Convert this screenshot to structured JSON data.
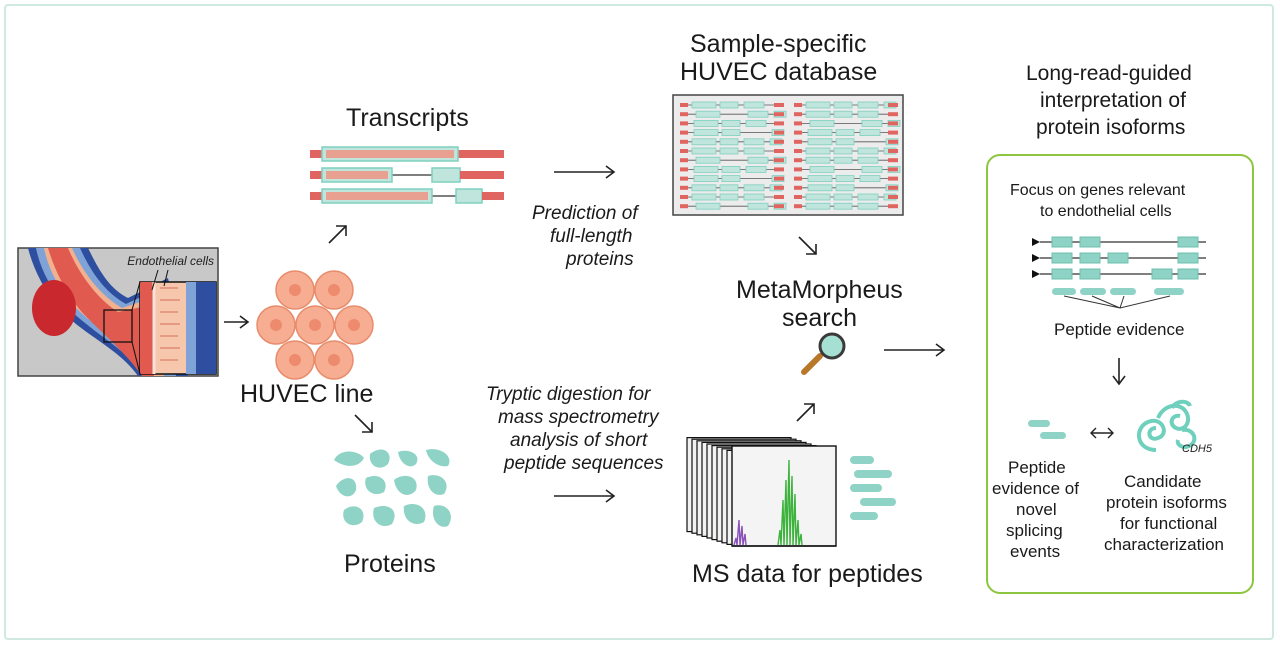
{
  "colors": {
    "frame": "#cfe8e2",
    "exon_teal": "#7fd0c0",
    "exon_fill": "#bfe5dc",
    "utr_red": "#e06561",
    "cell_orange": "#f4a88c",
    "protein_teal": "#8fd3c6",
    "box_green": "#8cc63f",
    "purple_peak": "#8a52b8",
    "green_peak": "#3db33d"
  },
  "vessel": {
    "inset_label": "Endothelial cells"
  },
  "huvec": {
    "label": "HUVEC line"
  },
  "transcripts": {
    "label": "Transcripts"
  },
  "proteins": {
    "label": "Proteins"
  },
  "prediction": {
    "line1": "Prediction of",
    "line2": "full-length",
    "line3": "proteins"
  },
  "digestion": {
    "line1": "Tryptic digestion for",
    "line2": "mass spectrometry",
    "line3": "analysis of short",
    "line4": "peptide sequences"
  },
  "database": {
    "line1": "Sample-specific",
    "line2": "HUVEC database"
  },
  "search": {
    "line1": "MetaMorpheus",
    "line2": "search"
  },
  "ms": {
    "label": "MS data for peptides"
  },
  "interpretation": {
    "title1": "Long-read-guided",
    "title2": "interpretation of",
    "title3": "protein isoforms",
    "focus1": "Focus on genes relevant",
    "focus2": "to endothelial cells",
    "peptide_evidence": "Peptide evidence",
    "novel1": "Peptide",
    "novel2": "evidence of",
    "novel3": "novel",
    "novel4": "splicing",
    "novel5": "events",
    "gene": "CDH5",
    "cand1": "Candidate",
    "cand2": "protein isoforms",
    "cand3": "for functional",
    "cand4": "characterization"
  },
  "icons": [
    "right-arrow-icon",
    "diagonal-arrow-icon",
    "down-arrow-icon",
    "double-arrow-icon",
    "magnifier-icon"
  ]
}
